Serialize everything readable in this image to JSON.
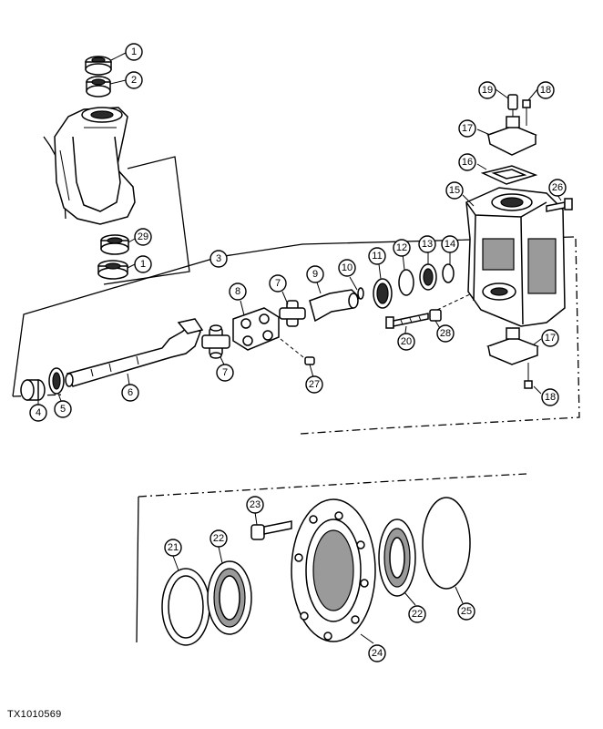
{
  "figure_id": "TX1010569",
  "callouts": [
    "1",
    "2",
    "29",
    "1",
    "3",
    "4",
    "5",
    "6",
    "7",
    "8",
    "7",
    "9",
    "10",
    "11",
    "12",
    "13",
    "14",
    "15",
    "16",
    "17",
    "19",
    "18",
    "26",
    "20",
    "28",
    "17",
    "18",
    "27",
    "21",
    "22",
    "23",
    "24",
    "22",
    "25"
  ]
}
